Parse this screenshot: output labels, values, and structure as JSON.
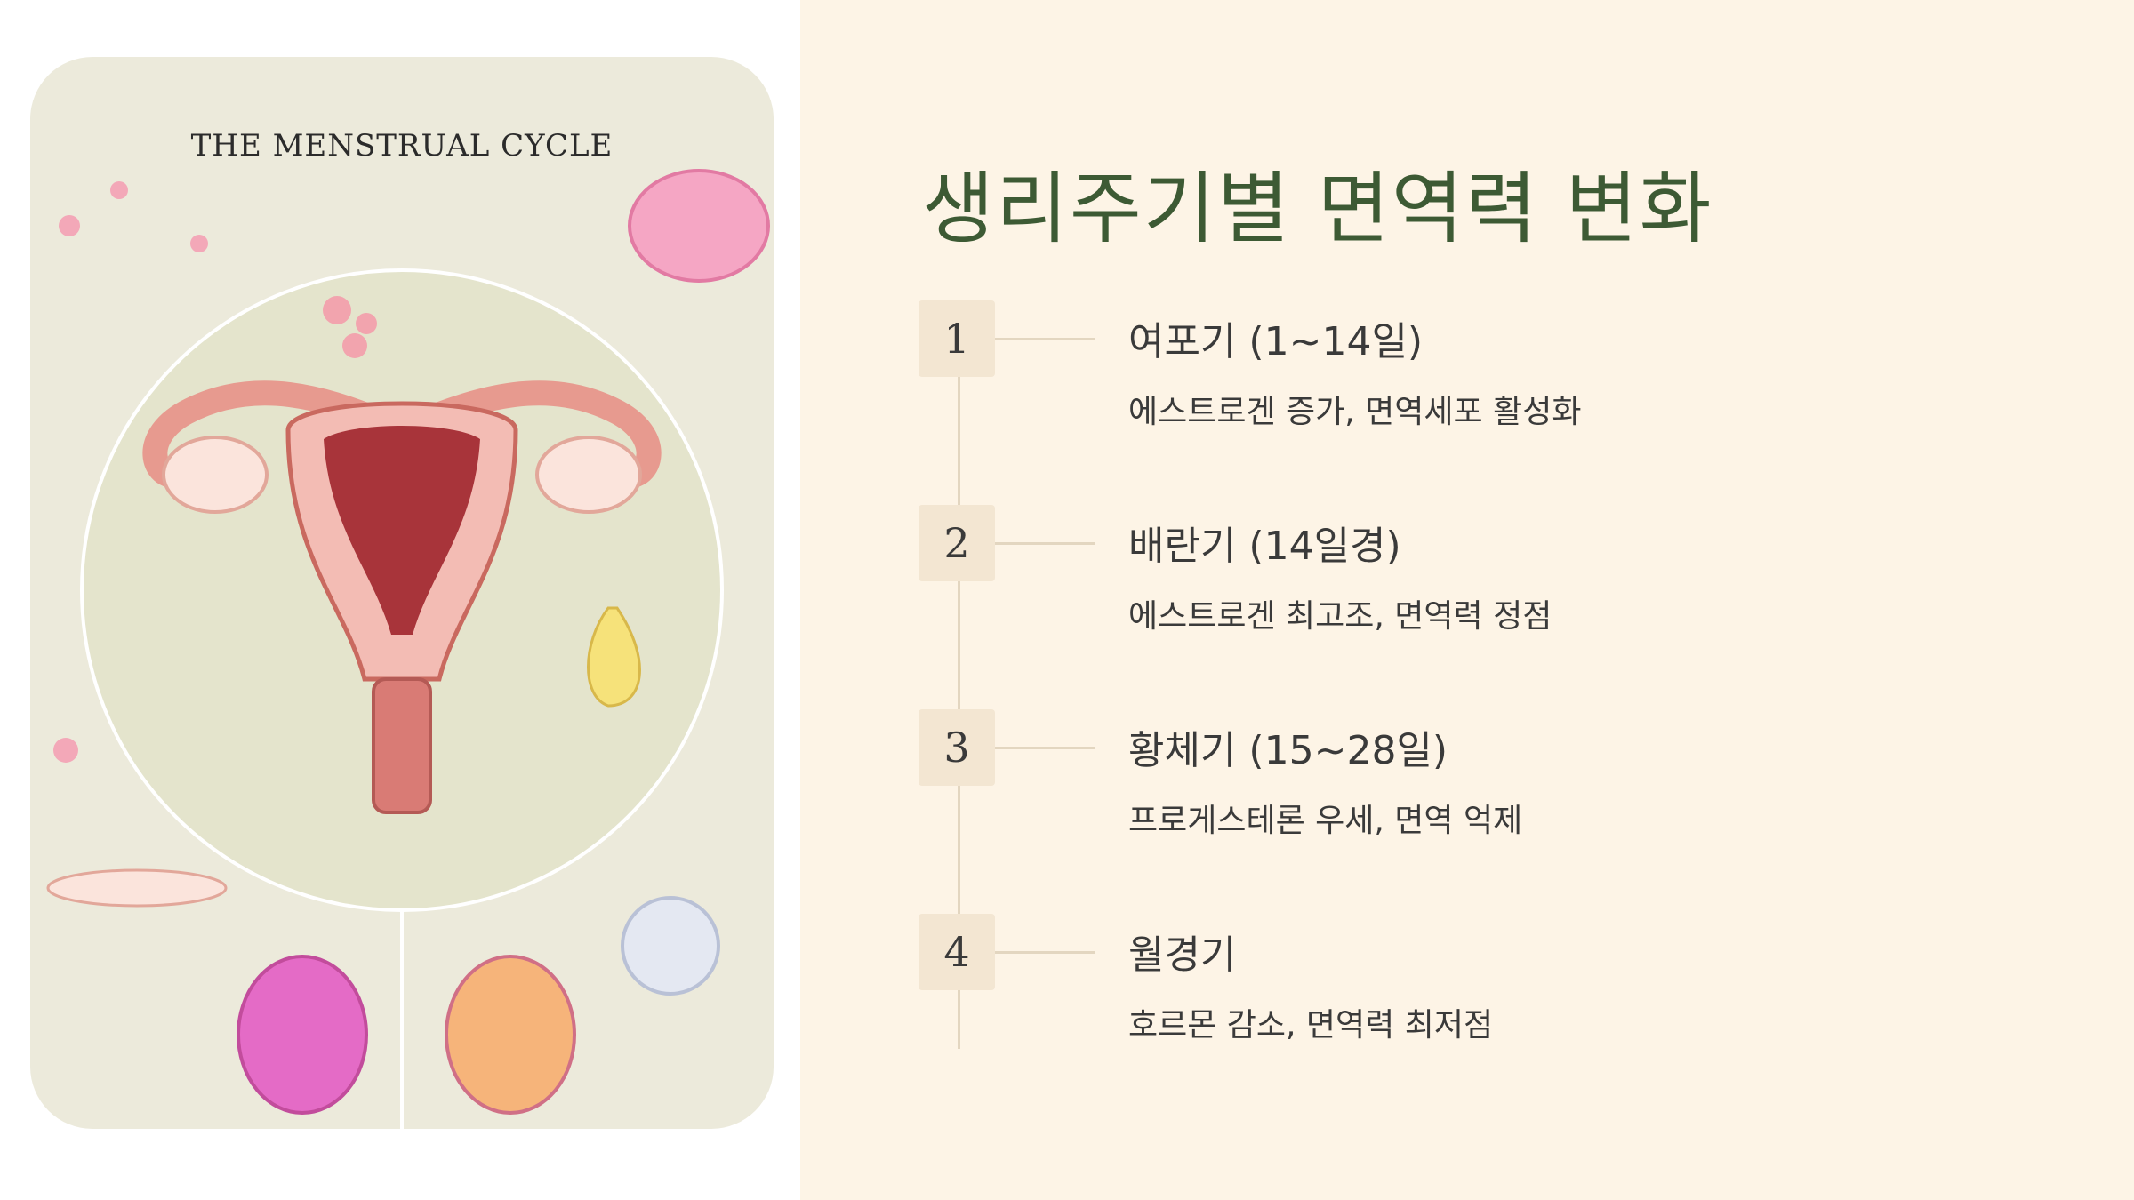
{
  "infographic": {
    "title": "THE MENSTRUAL CYCLE"
  },
  "slide": {
    "title": "생리주기별 면역력 변화",
    "steps": [
      {
        "num": "1",
        "title": "여포기 (1~14일)",
        "desc": "에스트로겐 증가, 면역세포 활성화"
      },
      {
        "num": "2",
        "title": "배란기 (14일경)",
        "desc": "에스트로겐 최고조, 면역력 정점"
      },
      {
        "num": "3",
        "title": "황체기 (15~28일)",
        "desc": "프로게스테론 우세, 면역 억제"
      },
      {
        "num": "4",
        "title": "월경기",
        "desc": "호르몬 감소, 면역력 최저점"
      }
    ]
  },
  "colors": {
    "background": "#fdf4e6",
    "title": "#3d5a34",
    "number_box": "#f3e6d2",
    "line": "#e3d6c0",
    "text": "#3a3a3a"
  }
}
